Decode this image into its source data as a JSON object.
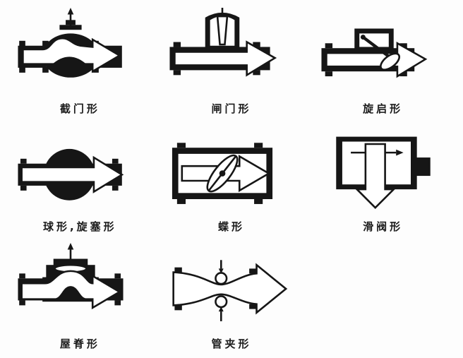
{
  "diagram": {
    "description": "Valve body type schematic chart with flow arrows",
    "colors": {
      "ink": "#161616",
      "background": "#ffffff"
    },
    "items": [
      {
        "name": "globe-valve",
        "label": "截门形"
      },
      {
        "name": "gate-valve",
        "label": "闸门形"
      },
      {
        "name": "swing-check-valve",
        "label": "旋启形"
      },
      {
        "name": "ball-plug-valve",
        "label": "球形,旋塞形"
      },
      {
        "name": "butterfly-valve",
        "label": "蝶形"
      },
      {
        "name": "slide-valve",
        "label": "滑阀形"
      },
      {
        "name": "weir-valve",
        "label": "屋脊形"
      },
      {
        "name": "pinch-valve",
        "label": "管夹形"
      }
    ]
  }
}
